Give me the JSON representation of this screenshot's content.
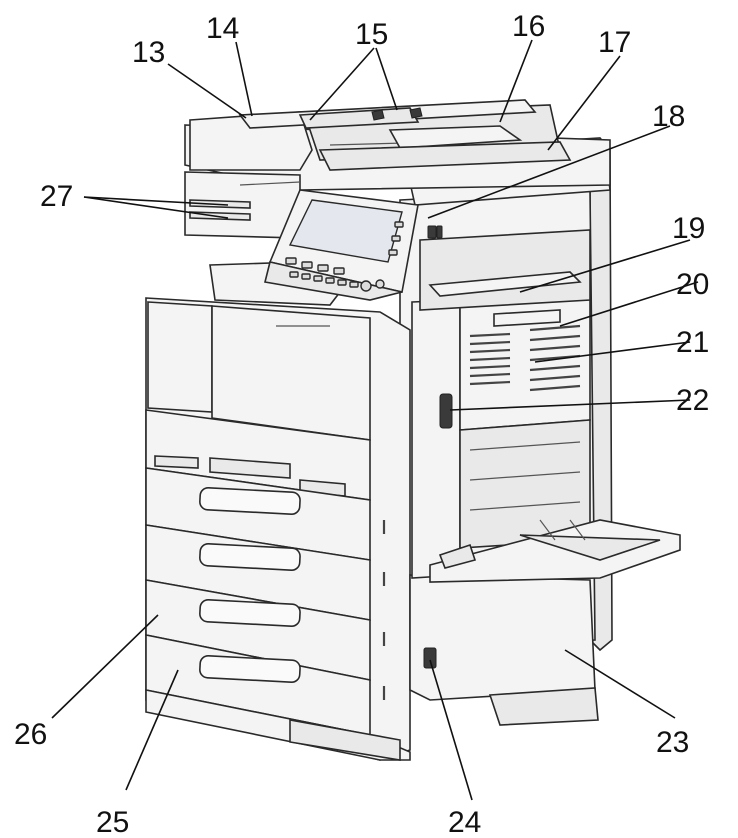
{
  "callouts": [
    {
      "id": "13",
      "text": "13"
    },
    {
      "id": "14",
      "text": "14"
    },
    {
      "id": "15",
      "text": "15"
    },
    {
      "id": "16",
      "text": "16"
    },
    {
      "id": "17",
      "text": "17"
    },
    {
      "id": "18",
      "text": "18"
    },
    {
      "id": "19",
      "text": "19"
    },
    {
      "id": "20",
      "text": "20"
    },
    {
      "id": "21",
      "text": "21"
    },
    {
      "id": "22",
      "text": "22"
    },
    {
      "id": "23",
      "text": "23"
    },
    {
      "id": "24",
      "text": "24"
    },
    {
      "id": "25",
      "text": "25"
    },
    {
      "id": "26",
      "text": "26"
    },
    {
      "id": "27",
      "text": "27"
    }
  ],
  "colors": {
    "line": "#111111",
    "machine_body": "#f4f4f4",
    "panel_screen": "#e4e8ee"
  }
}
